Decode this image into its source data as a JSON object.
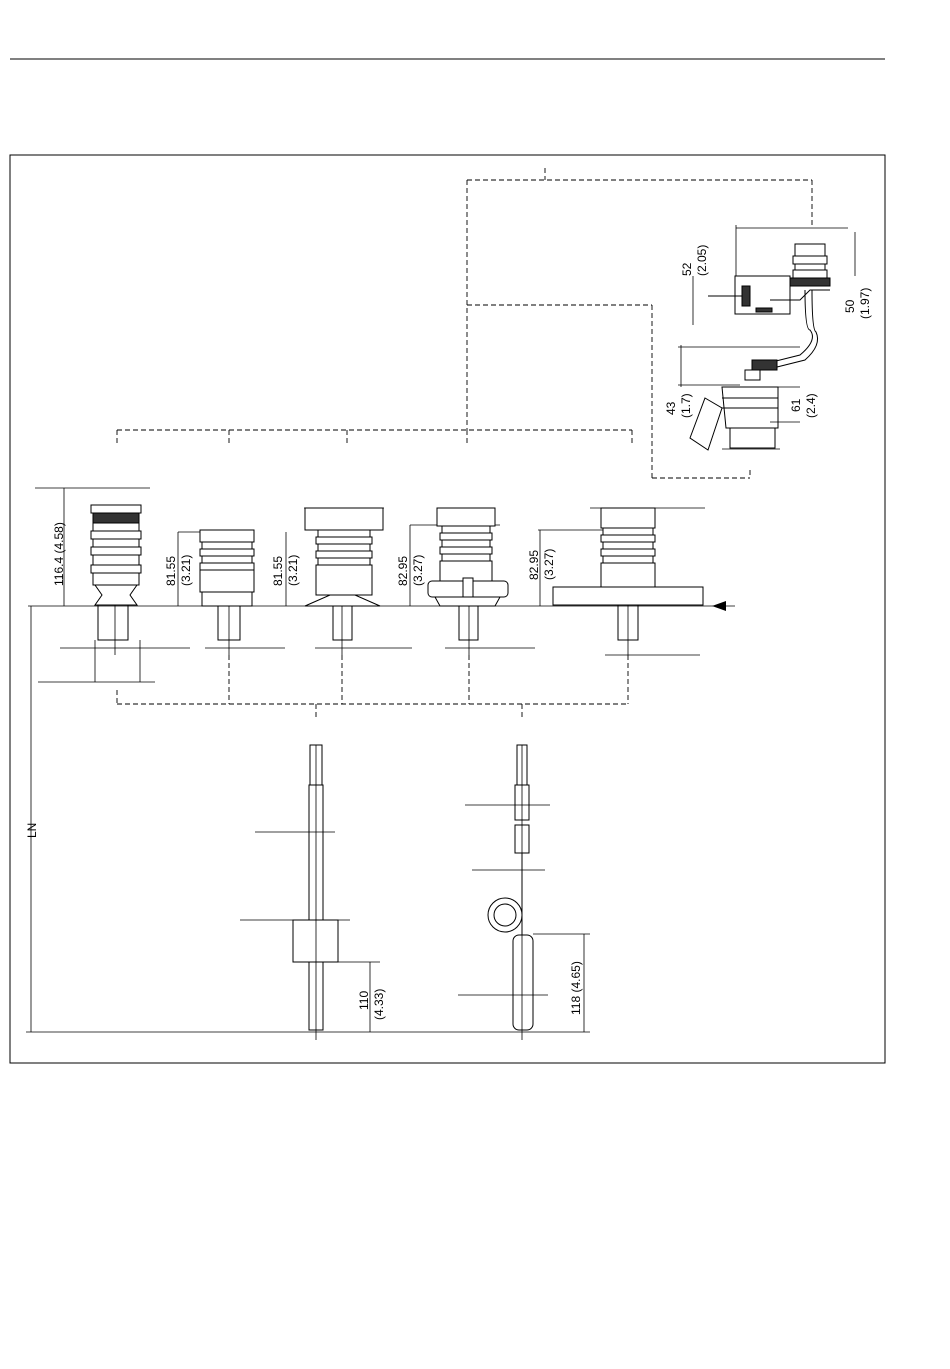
{
  "dimensions": {
    "sensor_side_height": "52",
    "sensor_side_height_in": "(2.05)",
    "sensor_top_height": "50",
    "sensor_top_height_in": "(1.97)",
    "connector_height": "43",
    "connector_height_in": "(1.7)",
    "housing_height": "61",
    "housing_height_in": "(2.4)",
    "variant1_height": "116.4 (4.58)",
    "variant2_height": "81.55",
    "variant2_height_in": "(3.21)",
    "variant3_height": "81.55",
    "variant3_height_in": "(3.21)",
    "variant4_height": "82.95",
    "variant4_height_in": "(3.27)",
    "variant5_height": "82.95",
    "variant5_height_in": "(3.27)",
    "insertion_length": "LN",
    "rod_weight_height": "110",
    "rod_weight_height_in": "(4.33)",
    "rope_weight_height": "118 (4.65)"
  }
}
